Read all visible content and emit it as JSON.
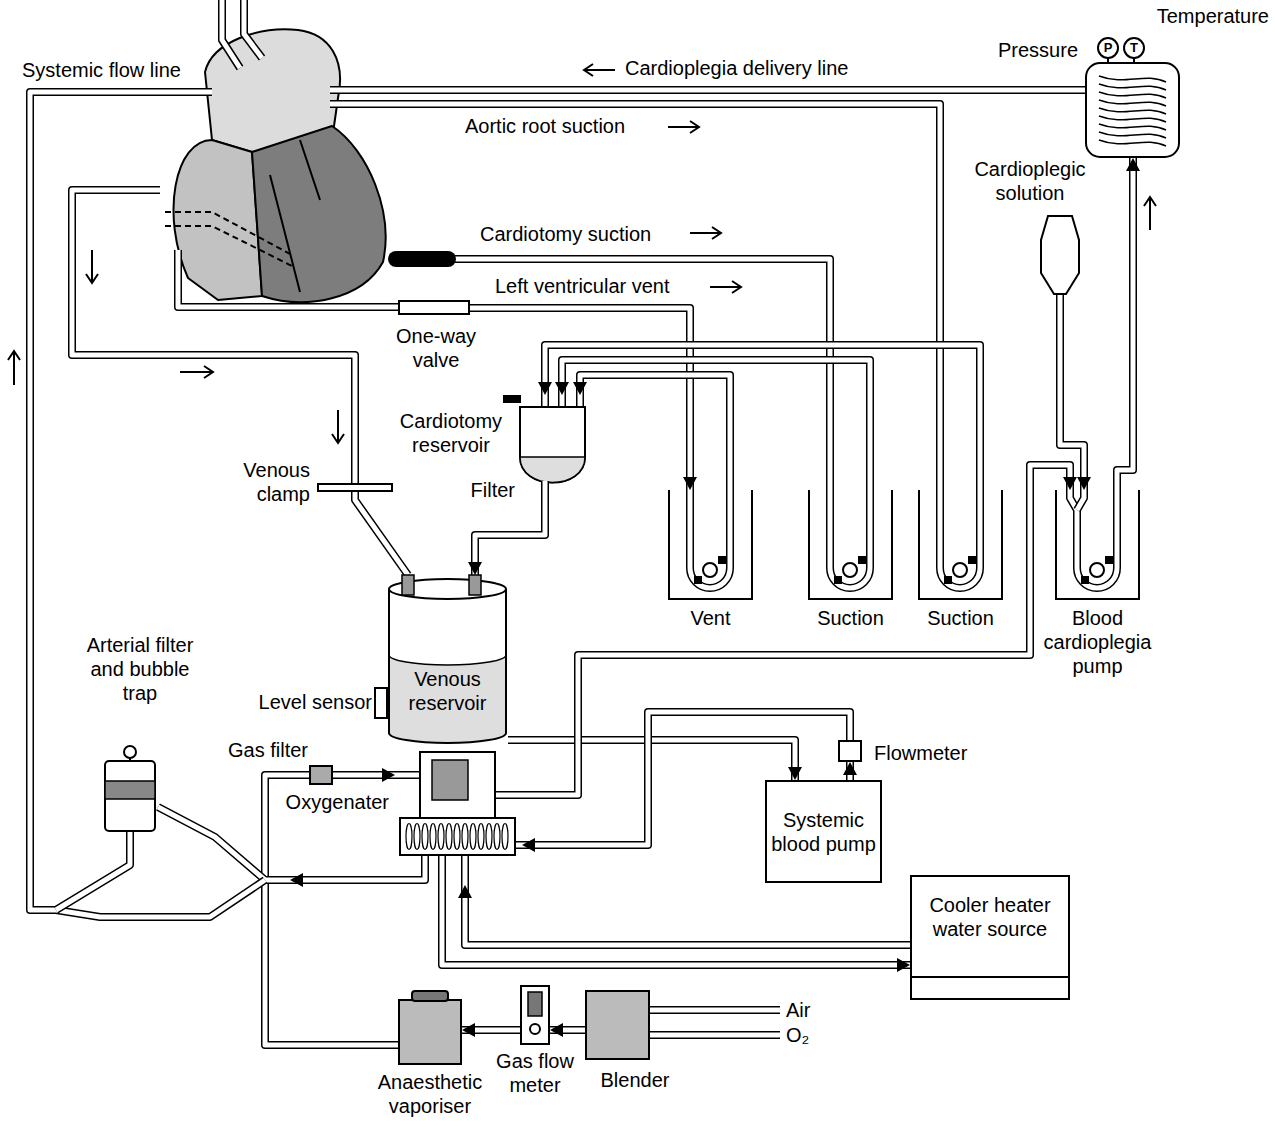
{
  "diagram": {
    "nodes": [
      {
        "text": [
          "Venous reservoir"
        ]
      },
      {
        "text": [
          "Cardiotomy reservoir"
        ]
      },
      {
        "text": [
          "Vent"
        ]
      },
      {
        "text": [
          "Suction"
        ]
      },
      {
        "text": [
          "Suction"
        ]
      },
      {
        "text": [
          "Blood cardioplegia pump"
        ]
      },
      {
        "text": [
          "Cardioplegic solution"
        ]
      },
      {
        "text": [
          "Pressure",
          "Temperature"
        ]
      },
      {
        "text": [
          "One-way valve"
        ]
      },
      {
        "text": [
          "Systemic blood pump"
        ]
      },
      {
        "text": [
          "Flowmeter"
        ]
      },
      {
        "text": [
          "Oxygenater"
        ]
      },
      {
        "text": [
          "Arterial filter and bubble trap"
        ]
      },
      {
        "text": [
          "Cooler heater water source"
        ]
      },
      {
        "text": [
          "Anaesthetic vaporiser"
        ]
      },
      {
        "text": [
          "Gas flow meter"
        ]
      },
      {
        "text": [
          "Blender"
        ]
      }
    ],
    "edges": [
      {
        "from": 8,
        "to": 2,
        "arrow": "to"
      },
      {
        "from": 2,
        "to": 1,
        "arrow": "to"
      },
      {
        "from": 3,
        "to": 1,
        "arrow": "to"
      },
      {
        "from": 4,
        "to": 1,
        "arrow": "to"
      },
      {
        "from": 1,
        "to": 0,
        "arrow": "to"
      },
      {
        "from": 0,
        "to": 9,
        "arrow": "to"
      },
      {
        "from": 9,
        "to": 10,
        "arrow": "to"
      },
      {
        "from": 10,
        "to": 11,
        "arrow": "to"
      },
      {
        "from": 11,
        "to": 12,
        "arrow": "to"
      },
      {
        "from": 11,
        "to": 5,
        "arrow": "to"
      },
      {
        "from": 6,
        "to": 5,
        "arrow": "to"
      },
      {
        "from": 5,
        "to": 7,
        "arrow": "to"
      },
      {
        "from": 13,
        "to": 11,
        "arrow": "to"
      },
      {
        "from": 11,
        "to": 13,
        "arrow": "to"
      },
      {
        "from": 16,
        "to": 15,
        "arrow": "to"
      },
      {
        "from": 15,
        "to": 14,
        "arrow": "to"
      },
      {
        "from": 14,
        "to": 11,
        "arrow": "to"
      }
    ],
    "labels": [
      "Systemic flow line",
      "Cardioplegia delivery line",
      "Aortic root suction",
      "Cardiotomy suction",
      "Left ventricular vent",
      "Venous clamp",
      "Filter",
      "Level sensor",
      "Gas filter",
      "Air",
      "O₂",
      "P",
      "T"
    ]
  }
}
